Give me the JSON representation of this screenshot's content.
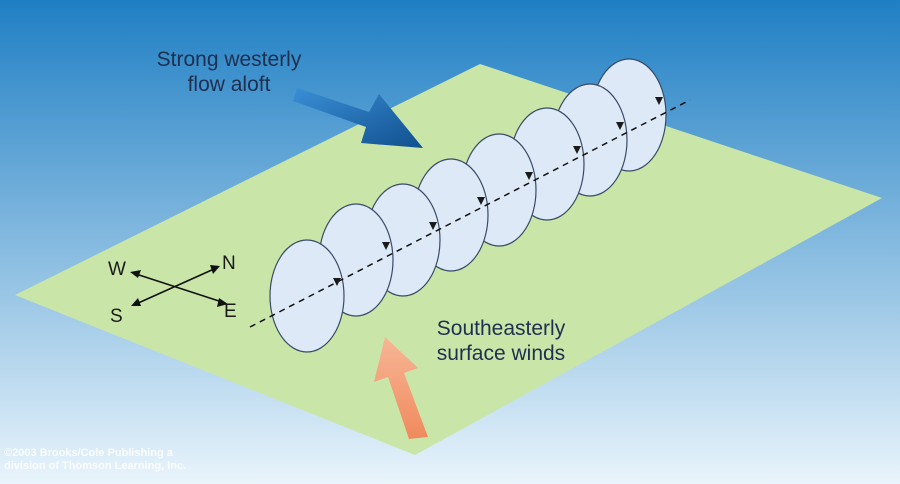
{
  "labels": {
    "aloft_line1": "Strong westerly",
    "aloft_line2": "flow aloft",
    "surface_line1": "Southeasterly",
    "surface_line2": "surface winds"
  },
  "compass": {
    "w": "W",
    "n": "N",
    "s": "S",
    "e": "E"
  },
  "credit": {
    "line1": "©2003 Brooks/Cole Publishing a",
    "line2": "division of Thomson Learning, Inc."
  },
  "colors": {
    "sky_top": "#1f7fc4",
    "sky_bottom": "#e9f4fb",
    "ground": "#c9e6a8",
    "vortex_fill": "#dde9f6",
    "vortex_stroke": "#3a4a66",
    "aloft_arrow": "#1c66ad",
    "surface_arrow": "#f29b72"
  }
}
